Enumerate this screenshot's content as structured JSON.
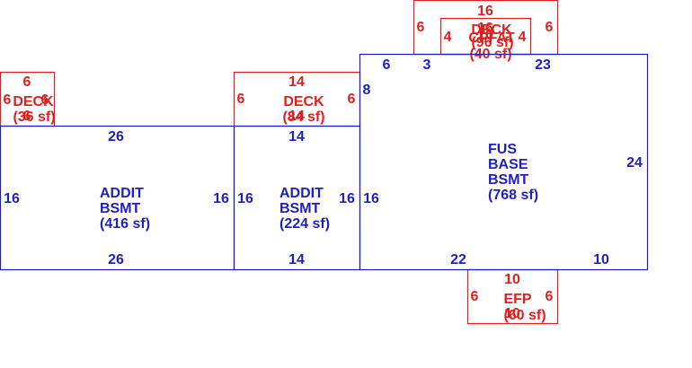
{
  "colors": {
    "structure": "#1f1fbf",
    "deck": "#e02020"
  },
  "areas": {
    "addit1": {
      "line1": "ADDIT",
      "line2": "BSMT",
      "area": "(416 sf)",
      "top": "26",
      "bottom": "26",
      "left": "16",
      "right": "16"
    },
    "addit2": {
      "line1": "ADDIT",
      "line2": "BSMT",
      "area": "(224 sf)",
      "top": "14",
      "bottom": "14",
      "left": "16",
      "right": "16"
    },
    "fus": {
      "line1": "FUS",
      "line2": "BASE",
      "line3": "BSMT",
      "area": "(768 sf)",
      "left": "16",
      "right": "24",
      "top_a": "6",
      "top_b": "3",
      "top_c": "23",
      "bottom_a": "22",
      "bottom_b": "10",
      "notch": "8"
    },
    "deck1": {
      "line1": "DECK",
      "area": "(36 sf)",
      "top": "6",
      "left": "6",
      "right": "6",
      "inner": "6"
    },
    "deck2": {
      "line1": "DECK",
      "area": "(84 sf)",
      "top": "14",
      "left": "6",
      "right": "6",
      "inner": "14"
    },
    "deck3": {
      "line1": "DECK",
      "area": "(96 sf)",
      "top": "16",
      "left": "6",
      "right": "6",
      "inner": "16"
    },
    "cpfat": {
      "line1": "CPFAT",
      "area": "(40 sf)",
      "left": "4",
      "right": "4",
      "inner": "10"
    },
    "efp": {
      "line1": "EFP",
      "area": "(60 sf)",
      "top": "10",
      "left": "6",
      "right": "6",
      "inner": "10"
    }
  }
}
